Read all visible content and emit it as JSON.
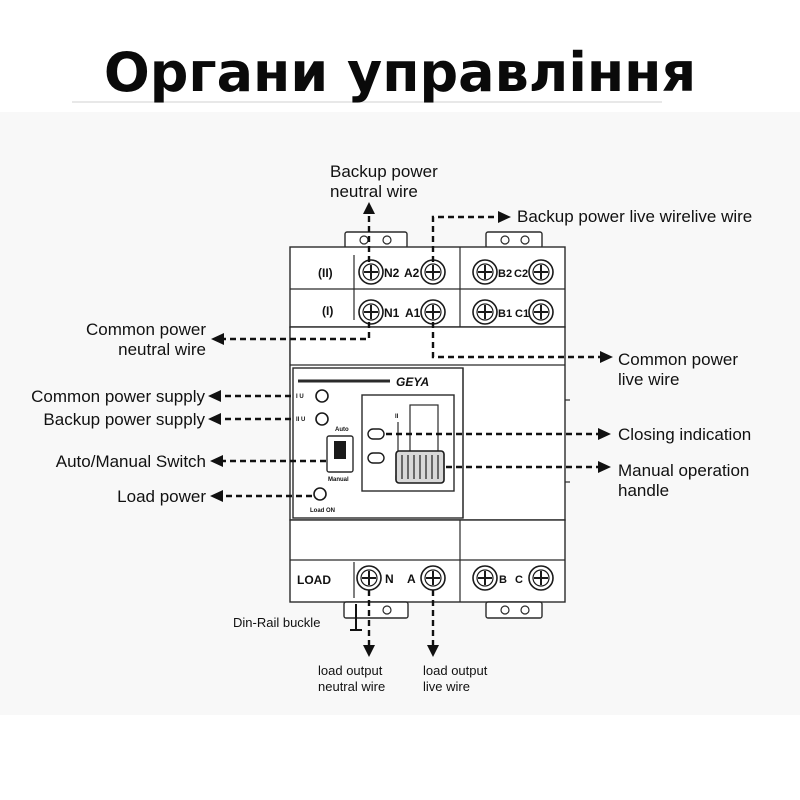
{
  "title": "Органи управління",
  "brand": "GEYA",
  "terminals": {
    "row_backup": [
      "(II)",
      "N2",
      "A2",
      "B2",
      "C2"
    ],
    "row_common": [
      "(I)",
      "N1",
      "A1",
      "B1",
      "C1"
    ],
    "row_load": [
      "LOAD",
      "N",
      "A",
      "B",
      "C"
    ]
  },
  "panel_marks": {
    "auto": "Auto",
    "manual": "Manual",
    "load_on": "Load ON",
    "pos_ii": "II",
    "pos_i": "I",
    "lamp_i": "I U",
    "lamp_ii": "II U"
  },
  "labels": {
    "backup_neutral": [
      "Backup power",
      "neutral wire"
    ],
    "backup_live": "Backup power live wirelive wire",
    "common_neutral": [
      "Common power",
      "neutral wire"
    ],
    "common_live": [
      "Common power",
      "live wire"
    ],
    "common_supply": "Common power supply",
    "backup_supply": "Backup power supply",
    "auto_manual": "Auto/Manual Switch",
    "load_power": "Load power",
    "closing_indication": "Closing indication",
    "manual_handle": [
      "Manual operation",
      "handle"
    ],
    "din_rail": "Din-Rail buckle",
    "load_neutral": [
      "load output",
      "neutral wire"
    ],
    "load_live": [
      "load output",
      "live wire"
    ]
  }
}
